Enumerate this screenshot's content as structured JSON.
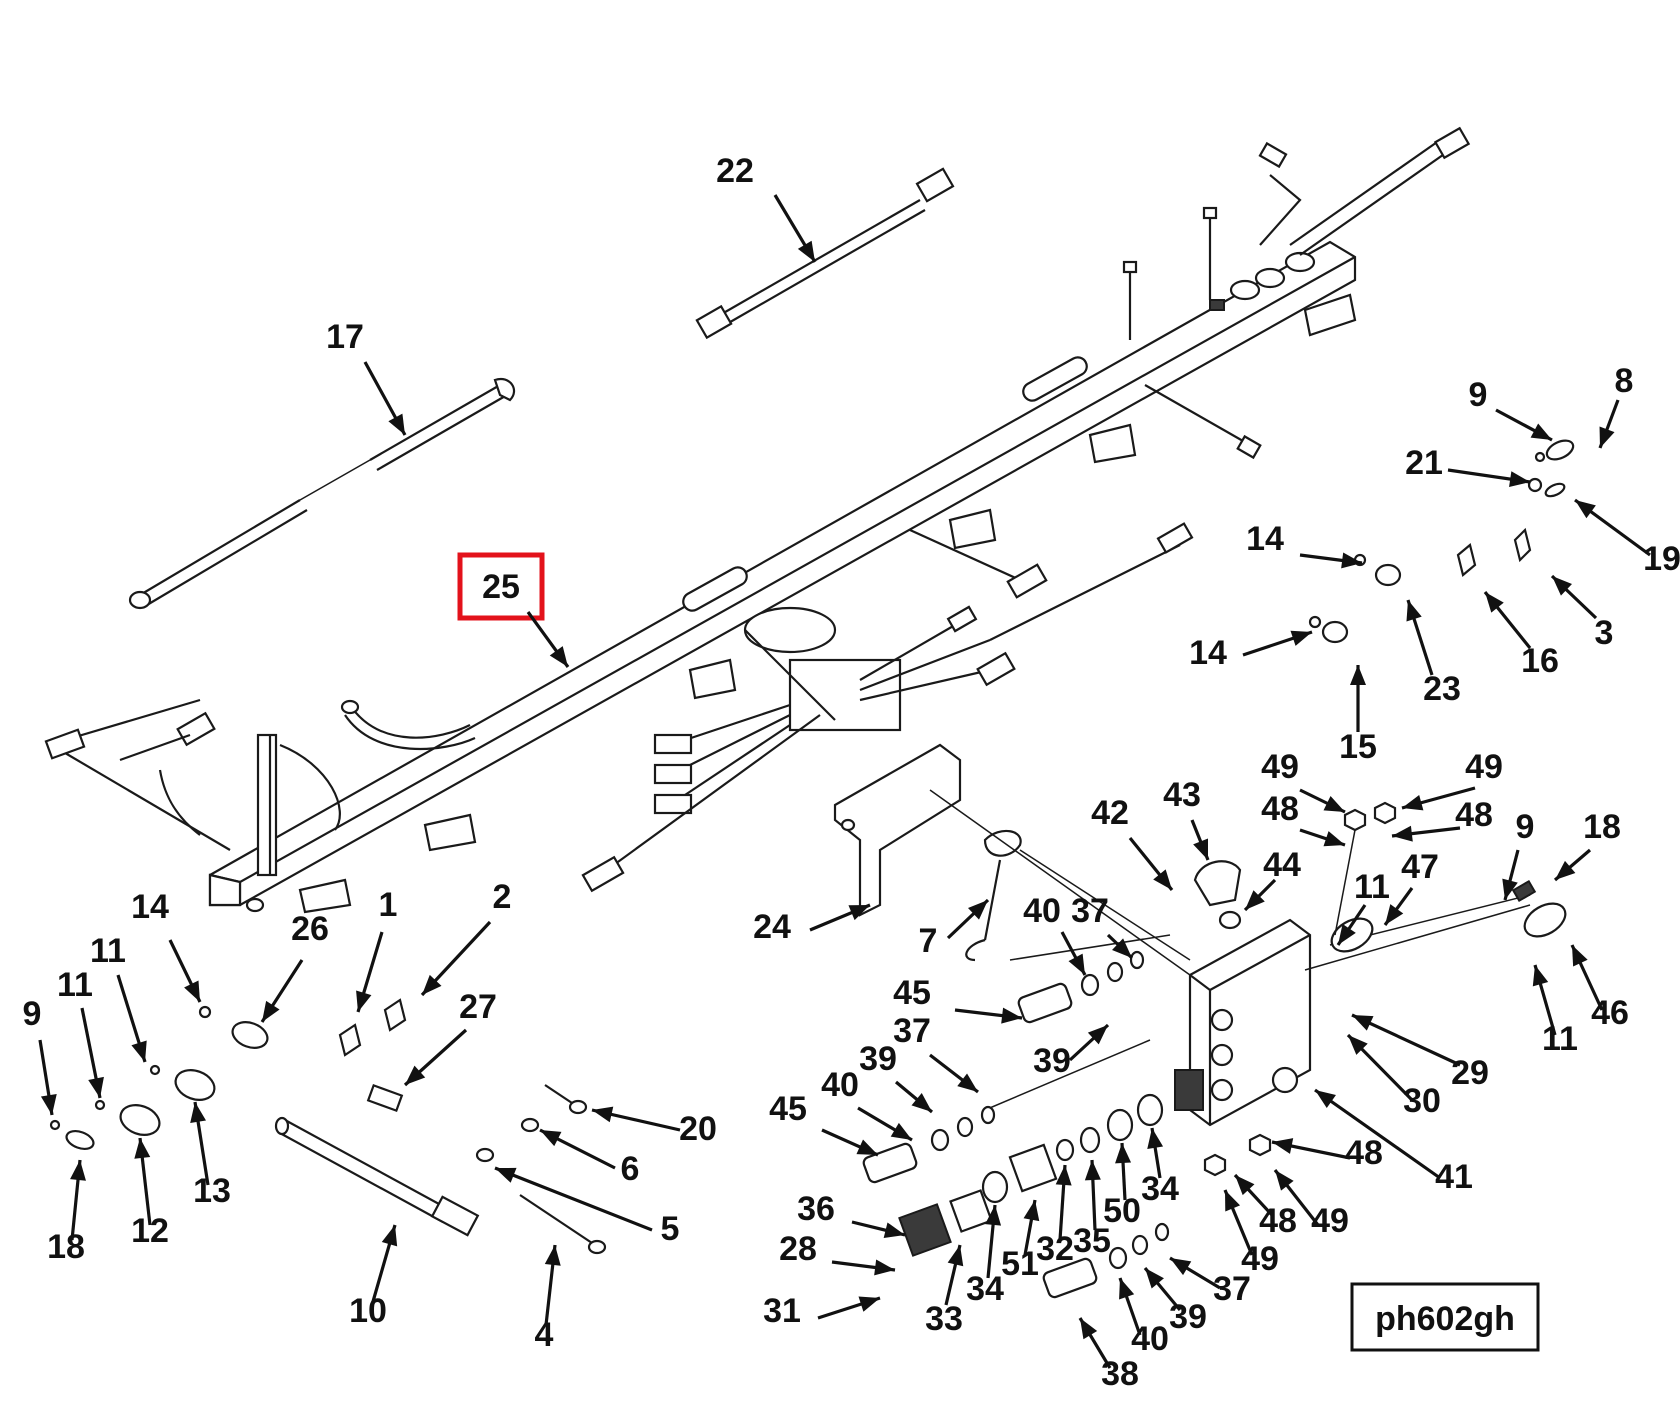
{
  "drawing_ref": "ph602gh",
  "highlight": {
    "label": "25",
    "color": "#e3121b"
  },
  "callouts": [
    {
      "id": "c22",
      "label": "22"
    },
    {
      "id": "c17",
      "label": "17"
    },
    {
      "id": "c25",
      "label": "25"
    },
    {
      "id": "c8",
      "label": "8"
    },
    {
      "id": "c9a",
      "label": "9"
    },
    {
      "id": "c21",
      "label": "21"
    },
    {
      "id": "c19",
      "label": "19"
    },
    {
      "id": "c14a",
      "label": "14"
    },
    {
      "id": "c14b",
      "label": "14"
    },
    {
      "id": "c23",
      "label": "23"
    },
    {
      "id": "c16",
      "label": "16"
    },
    {
      "id": "c3",
      "label": "3"
    },
    {
      "id": "c15",
      "label": "15"
    },
    {
      "id": "c49a",
      "label": "49"
    },
    {
      "id": "c49b",
      "label": "49"
    },
    {
      "id": "c48a",
      "label": "48"
    },
    {
      "id": "c48b",
      "label": "48"
    },
    {
      "id": "c42",
      "label": "42"
    },
    {
      "id": "c43",
      "label": "43"
    },
    {
      "id": "c44",
      "label": "44"
    },
    {
      "id": "c11a",
      "label": "11"
    },
    {
      "id": "c47",
      "label": "47"
    },
    {
      "id": "c9b",
      "label": "9"
    },
    {
      "id": "c18a",
      "label": "18"
    },
    {
      "id": "c24",
      "label": "24"
    },
    {
      "id": "c7",
      "label": "7"
    },
    {
      "id": "c40a",
      "label": "40"
    },
    {
      "id": "c37a",
      "label": "37"
    },
    {
      "id": "c45a",
      "label": "45"
    },
    {
      "id": "c39a",
      "label": "39"
    },
    {
      "id": "c37b",
      "label": "37"
    },
    {
      "id": "c39b",
      "label": "39"
    },
    {
      "id": "c40b",
      "label": "40"
    },
    {
      "id": "c45b",
      "label": "45"
    },
    {
      "id": "c11b",
      "label": "11"
    },
    {
      "id": "c46",
      "label": "46"
    },
    {
      "id": "c29",
      "label": "29"
    },
    {
      "id": "c30",
      "label": "30"
    },
    {
      "id": "c41",
      "label": "41"
    },
    {
      "id": "c48c",
      "label": "48"
    },
    {
      "id": "c48d",
      "label": "48"
    },
    {
      "id": "c49c",
      "label": "49"
    },
    {
      "id": "c49d",
      "label": "49"
    },
    {
      "id": "c36",
      "label": "36"
    },
    {
      "id": "c28",
      "label": "28"
    },
    {
      "id": "c31",
      "label": "31"
    },
    {
      "id": "c33",
      "label": "33"
    },
    {
      "id": "c34a",
      "label": "34"
    },
    {
      "id": "c51",
      "label": "51"
    },
    {
      "id": "c32",
      "label": "32"
    },
    {
      "id": "c35",
      "label": "35"
    },
    {
      "id": "c50",
      "label": "50"
    },
    {
      "id": "c34b",
      "label": "34"
    },
    {
      "id": "c37c",
      "label": "37"
    },
    {
      "id": "c39c",
      "label": "39"
    },
    {
      "id": "c40c",
      "label": "40"
    },
    {
      "id": "c38",
      "label": "38"
    },
    {
      "id": "c14c",
      "label": "14"
    },
    {
      "id": "c26",
      "label": "26"
    },
    {
      "id": "c1",
      "label": "1"
    },
    {
      "id": "c2",
      "label": "2"
    },
    {
      "id": "c27",
      "label": "27"
    },
    {
      "id": "c11c",
      "label": "11"
    },
    {
      "id": "c11d",
      "label": "11"
    },
    {
      "id": "c9c",
      "label": "9"
    },
    {
      "id": "c13",
      "label": "13"
    },
    {
      "id": "c12",
      "label": "12"
    },
    {
      "id": "c18b",
      "label": "18"
    },
    {
      "id": "c10",
      "label": "10"
    },
    {
      "id": "c20",
      "label": "20"
    },
    {
      "id": "c6",
      "label": "6"
    },
    {
      "id": "c5",
      "label": "5"
    },
    {
      "id": "c4",
      "label": "4"
    }
  ]
}
